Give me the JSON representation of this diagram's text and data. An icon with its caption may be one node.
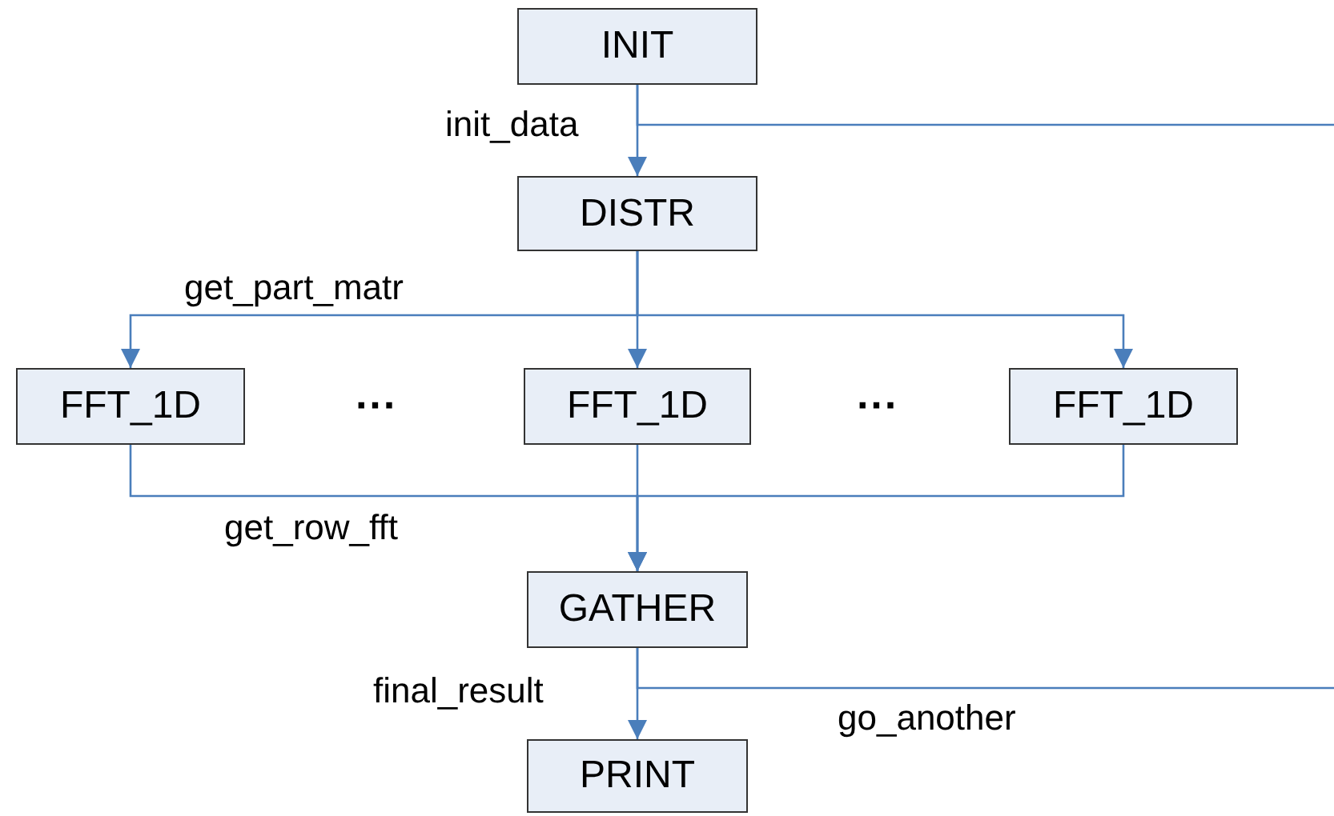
{
  "diagram": {
    "nodes": [
      {
        "text": [
          "INIT"
        ]
      },
      {
        "text": [
          "DISTR"
        ]
      },
      {
        "text": [
          "FFT_1D"
        ]
      },
      {
        "text": [
          "FFT_1D"
        ]
      },
      {
        "text": [
          "FFT_1D"
        ]
      },
      {
        "text": [
          "GATHER"
        ]
      },
      {
        "text": [
          "PRINT"
        ]
      }
    ],
    "edges": [
      {
        "from": 0,
        "to": 1,
        "arrow": "to",
        "label": "init_data"
      },
      {
        "from": 0,
        "to": null,
        "arrow": "none"
      },
      {
        "from": 1,
        "to": 2,
        "arrow": "to",
        "label": "get_part_matr"
      },
      {
        "from": 1,
        "to": 3,
        "arrow": "to"
      },
      {
        "from": 1,
        "to": 4,
        "arrow": "to"
      },
      {
        "from": 2,
        "to": 5,
        "arrow": "to",
        "label": "get_row_fft"
      },
      {
        "from": 3,
        "to": 5,
        "arrow": "to"
      },
      {
        "from": 4,
        "to": 5,
        "arrow": "to"
      },
      {
        "from": 5,
        "to": 6,
        "arrow": "to",
        "label": "final_result"
      },
      {
        "from": 5,
        "to": null,
        "arrow": "none",
        "label": "go_another"
      }
    ],
    "labels": [
      "···",
      "···"
    ]
  }
}
